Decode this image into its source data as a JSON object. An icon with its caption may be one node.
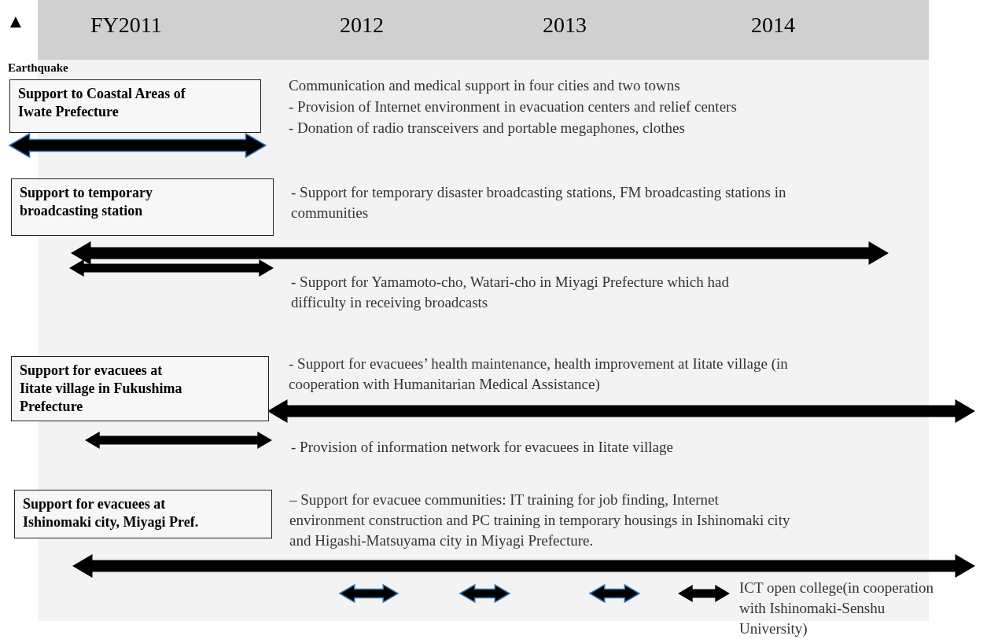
{
  "diagram": {
    "nodes": [
      {
        "text": [
          "Support to Coastal Areas of Iwate Prefecture"
        ]
      },
      {
        "text": [],
        "shape": "bar"
      },
      {
        "text": [
          "Support to temporary broadcasting station"
        ]
      },
      {
        "text": [],
        "shape": "bar"
      },
      {
        "text": [],
        "shape": "bar"
      },
      {
        "text": [
          "Support for evacuees at Iitate village in Fukushima Prefecture"
        ]
      },
      {
        "text": [],
        "shape": "bar"
      },
      {
        "text": [],
        "shape": "bar"
      },
      {
        "text": [
          "Support for evacuees at Ishinomaki city, Miyagi Pref."
        ]
      },
      {
        "text": [],
        "shape": "bar"
      },
      {
        "text": [],
        "shape": "bar"
      },
      {
        "text": [],
        "shape": "bar"
      },
      {
        "text": [],
        "shape": "bar"
      },
      {
        "text": [],
        "shape": "bar"
      }
    ],
    "labels": [
      "▲",
      "FY2011",
      "2012",
      "2013",
      "2014",
      "Earthquake",
      "Communication and medical support in four cities and two towns",
      "- Provision of Internet environment in evacuation centers and relief centers",
      "- Donation of radio transceivers and portable megaphones, clothes",
      "- Support for temporary disaster broadcasting stations, FM broadcasting stations in communities",
      "- Support for Yamamoto-cho, Watari-cho in Miyagi Prefecture which had difficulty in receiving broadcasts",
      "- Support for evacuees’ health maintenance, health improvement at Iitate village (in cooperation with Humanitarian Medical Assistance)",
      "- Provision of information network for evacuees in Iitate village",
      "– Support for evacuee communities: IT training for job finding, Internet environment construction and PC training in temporary housings in Ishinomaki city and Higashi-Matsuyama city in Miyagi Prefecture.",
      "ICT open college(in cooperation with Ishinomaki-Senshu University)"
    ]
  }
}
